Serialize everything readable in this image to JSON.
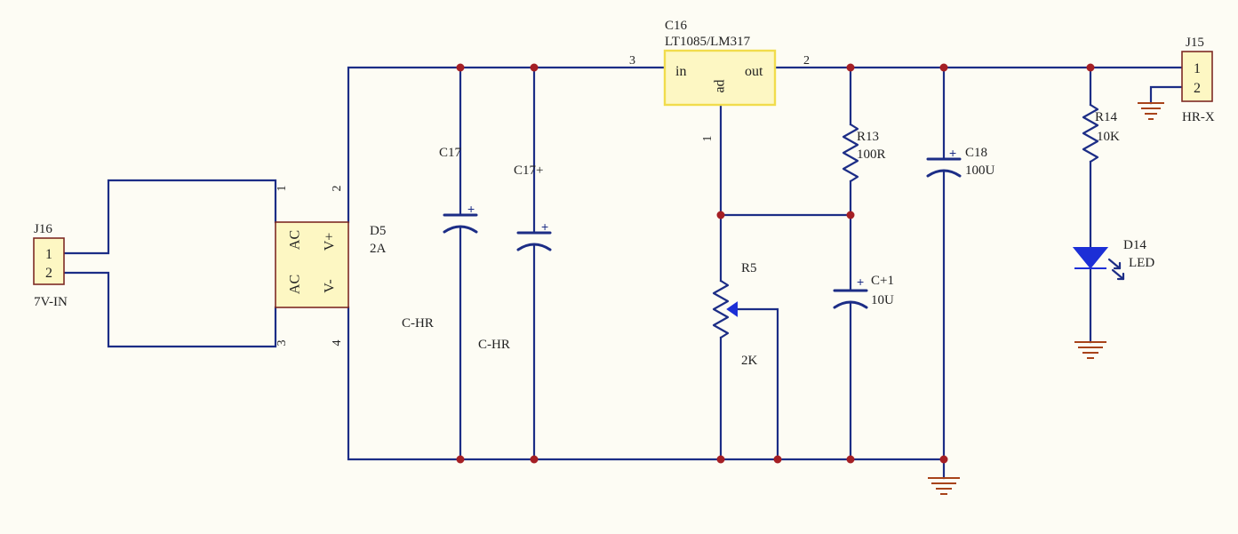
{
  "colors": {
    "wire": "#1c2d86",
    "junction": "#a51f24",
    "ground": "#a8431a",
    "component_fill": "#fdf7c3",
    "regulator_outline": "#f1dc4c",
    "led": "#1c2fd6",
    "background": "#fdfcf4"
  },
  "components": {
    "j16": {
      "ref": "J16",
      "value": "7V-IN",
      "pin1": "1",
      "pin2": "2"
    },
    "d5": {
      "ref": "D5",
      "value": "2A",
      "ac_top": "AC",
      "ac_bottom": "AC",
      "vplus": "V+",
      "vminus": "V-",
      "pin1": "1",
      "pin2": "2",
      "pin3": "3",
      "pin4": "4"
    },
    "c17": {
      "ref": "C17",
      "value": "C-HR",
      "polarity": "+"
    },
    "c17p": {
      "ref": "C17+",
      "value": "C-HR",
      "polarity": "+"
    },
    "c16": {
      "ref": "C16",
      "value": "LT1085/LM317",
      "pin_in": "in",
      "pin_out": "out",
      "pin_adj": "ad",
      "pin_in_num": "3",
      "pin_out_num": "2",
      "pin_adj_num": "1"
    },
    "r13": {
      "ref": "R13",
      "value": "100R"
    },
    "r5": {
      "ref": "R5",
      "value": "2K"
    },
    "c1": {
      "ref": "C+1",
      "value": "10U",
      "polarity": "+"
    },
    "c18": {
      "ref": "C18",
      "value": "100U",
      "polarity": "+"
    },
    "r14": {
      "ref": "R14",
      "value": "10K"
    },
    "d14": {
      "ref": "D14",
      "value": "LED"
    },
    "j15": {
      "ref": "J15",
      "value": "HR-X",
      "pin1": "1",
      "pin2": "2"
    }
  }
}
